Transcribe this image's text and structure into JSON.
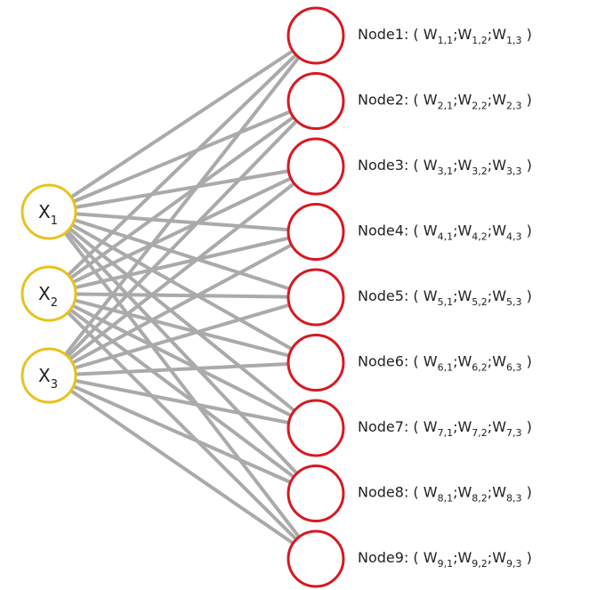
{
  "inputs": [
    {
      "base": "X",
      "sub": "1"
    },
    {
      "base": "X",
      "sub": "2"
    },
    {
      "base": "X",
      "sub": "3"
    }
  ],
  "outputs": [
    {
      "name": "Node1:",
      "weights": [
        {
          "base": "W",
          "sub": "1,1"
        },
        {
          "base": "W",
          "sub": "1,2"
        },
        {
          "base": "W",
          "sub": "1,3"
        }
      ]
    },
    {
      "name": "Node2:",
      "weights": [
        {
          "base": "W",
          "sub": "2,1"
        },
        {
          "base": "W",
          "sub": "2,2"
        },
        {
          "base": "W",
          "sub": "2,3"
        }
      ]
    },
    {
      "name": "Node3:",
      "weights": [
        {
          "base": "W",
          "sub": "3,1"
        },
        {
          "base": "W",
          "sub": "3,2"
        },
        {
          "base": "W",
          "sub": "3,3"
        }
      ]
    },
    {
      "name": "Node4:",
      "weights": [
        {
          "base": "W",
          "sub": "4,1"
        },
        {
          "base": "W",
          "sub": "4,2"
        },
        {
          "base": "W",
          "sub": "4,3"
        }
      ]
    },
    {
      "name": "Node5:",
      "weights": [
        {
          "base": "W",
          "sub": "5,1"
        },
        {
          "base": "W",
          "sub": "5,2"
        },
        {
          "base": "W",
          "sub": "5,3"
        }
      ]
    },
    {
      "name": "Node6:",
      "weights": [
        {
          "base": "W",
          "sub": "6,1"
        },
        {
          "base": "W",
          "sub": "6,2"
        },
        {
          "base": "W",
          "sub": "6,3"
        }
      ]
    },
    {
      "name": "Node7:",
      "weights": [
        {
          "base": "W",
          "sub": "7,1"
        },
        {
          "base": "W",
          "sub": "7,2"
        },
        {
          "base": "W",
          "sub": "7,3"
        }
      ]
    },
    {
      "name": "Node8:",
      "weights": [
        {
          "base": "W",
          "sub": "8,1"
        },
        {
          "base": "W",
          "sub": "8,2"
        },
        {
          "base": "W",
          "sub": "8,3"
        }
      ]
    },
    {
      "name": "Node9:",
      "weights": [
        {
          "base": "W",
          "sub": "9,1"
        },
        {
          "base": "W",
          "sub": "9,2"
        },
        {
          "base": "W",
          "sub": "9,3"
        }
      ]
    }
  ],
  "colors": {
    "input_stroke": "#e8c21e",
    "output_stroke": "#d81820",
    "edge": "#aaaaaa"
  }
}
